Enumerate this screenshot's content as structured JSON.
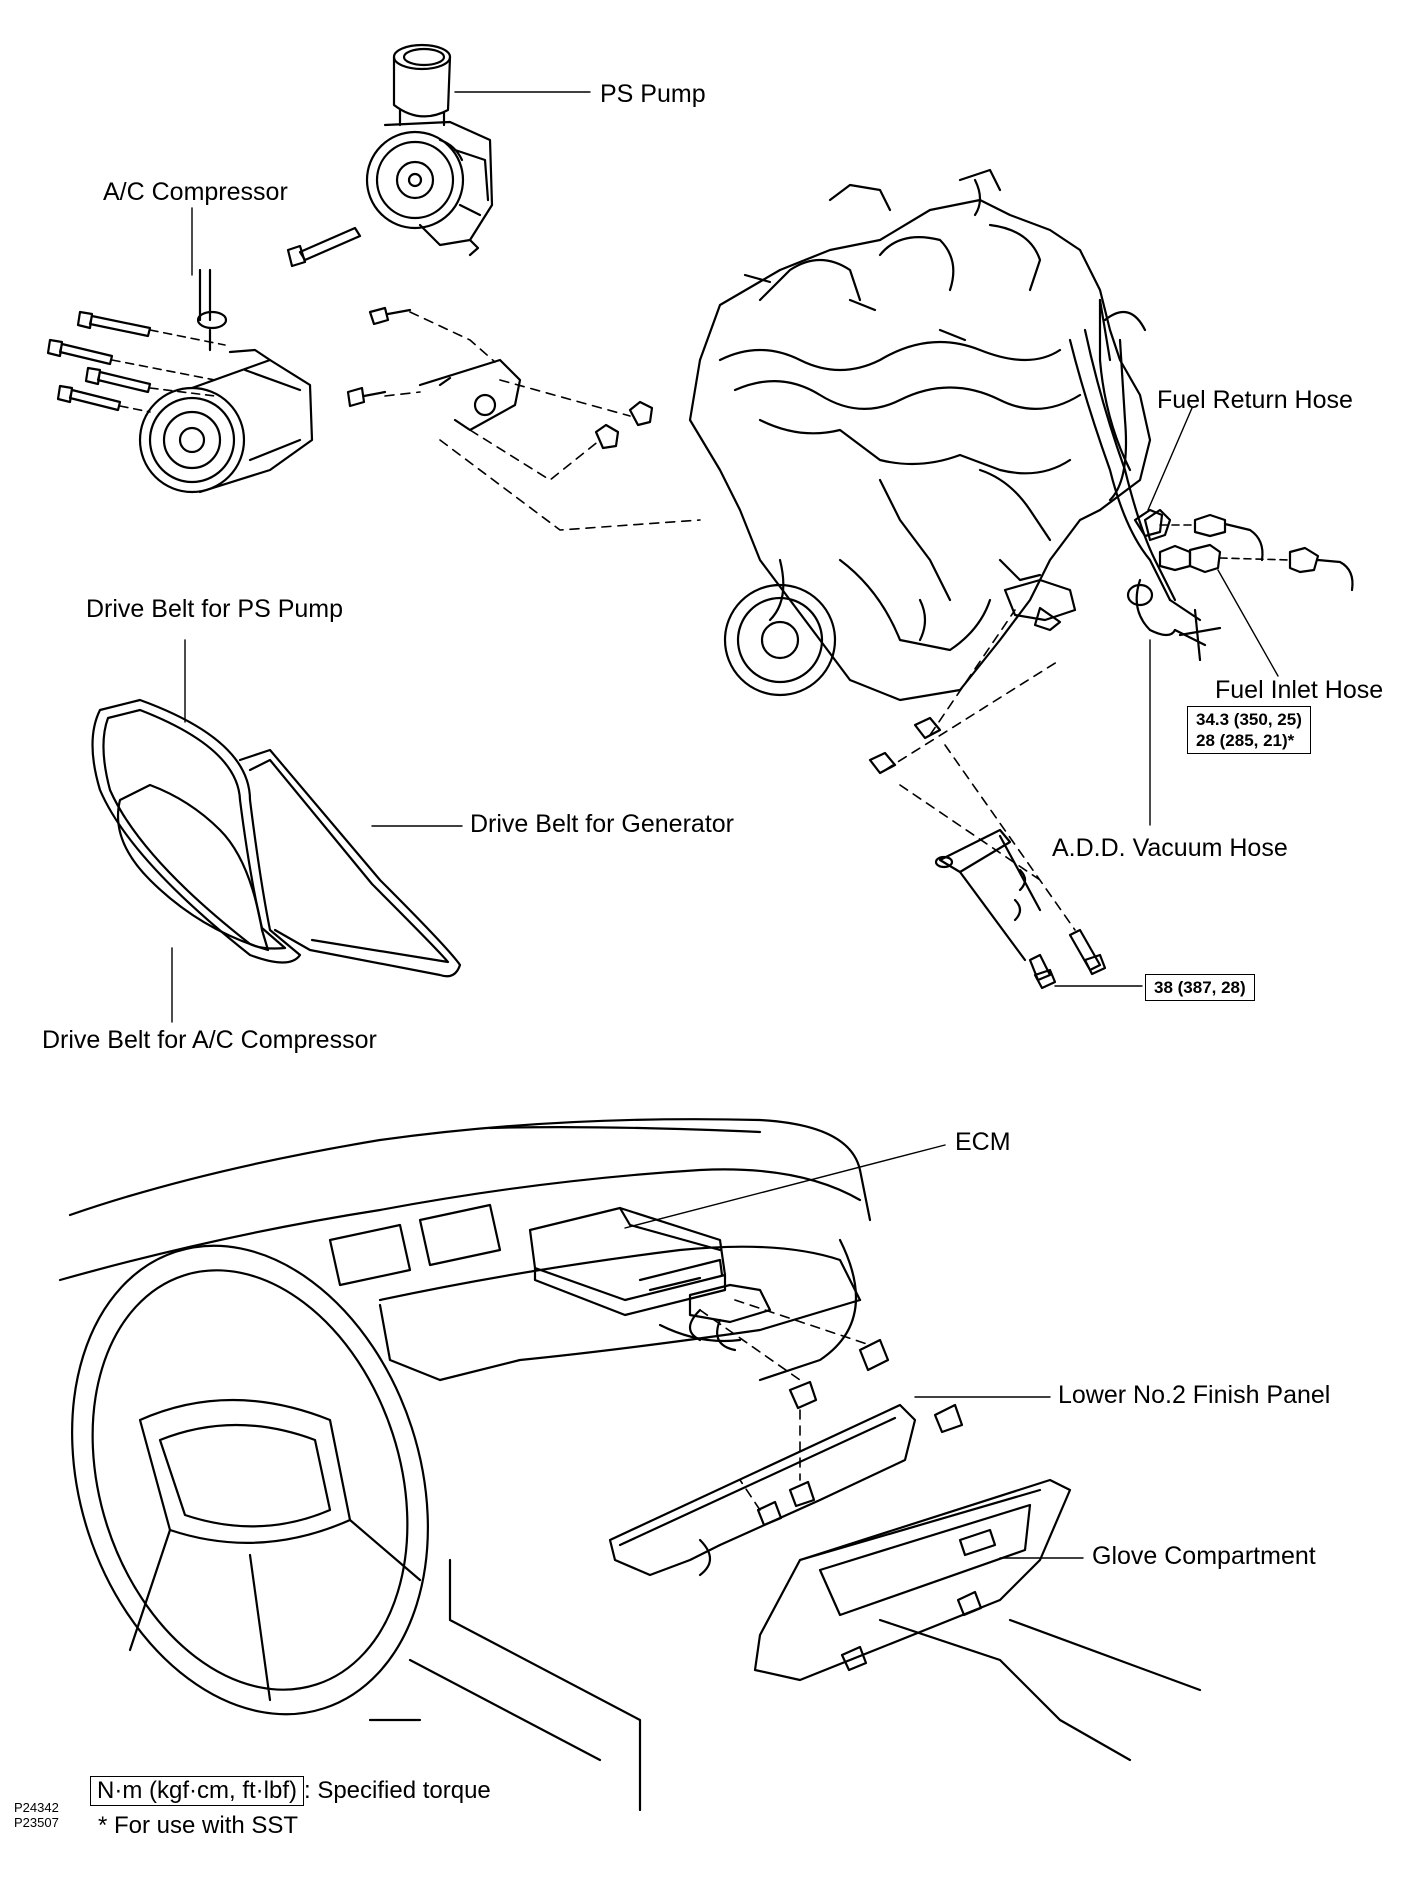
{
  "labels": {
    "ps_pump": "PS Pump",
    "ac_compressor": "A/C Compressor",
    "fuel_return_hose": "Fuel Return Hose",
    "drive_belt_ps": "Drive Belt for PS Pump",
    "drive_belt_generator": "Drive Belt for Generator",
    "drive_belt_ac": "Drive Belt for A/C Compressor",
    "fuel_inlet_hose": "Fuel Inlet Hose",
    "add_vacuum_hose": "A.D.D. Vacuum Hose",
    "ecm": "ECM",
    "lower_finish_panel": "Lower No.2 Finish Panel",
    "glove_compartment": "Glove Compartment"
  },
  "torques": {
    "fuel_inlet_line1": "34.3 (350, 25)",
    "fuel_inlet_line2": "28 (285, 21)*",
    "bracket_bolt": "38 (387, 28)"
  },
  "legend": {
    "unit_box": "N·m (kgf·cm, ft·lbf)",
    "unit_text": ": Specified torque",
    "sst_note": "* For use with SST"
  },
  "codes": {
    "code1": "P24342",
    "code2": "P23507"
  }
}
